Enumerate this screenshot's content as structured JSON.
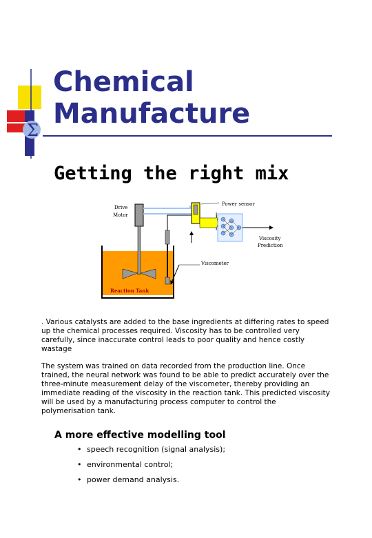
{
  "header": {
    "title_line1": "Chemical",
    "title_line2": "Manufacture",
    "subtitle": "Getting the right mix",
    "colors": {
      "title": "#2b2f8a",
      "logo_yellow": "#f8e000",
      "logo_red": "#e02020",
      "logo_blue": "#2b2f8a"
    },
    "logo_icon": "sigma-logo-icon",
    "logo_symbol": "Σ"
  },
  "diagram": {
    "labels": {
      "drive_motor_1": "Drive",
      "drive_motor_2": "Motor",
      "power_sensor": "Power sensor",
      "viscosity_prediction_1": "Viscosity",
      "viscosity_prediction_2": "Prediction",
      "viscometer": "Viscometer",
      "reaction_tank": "Reaction Tank"
    },
    "colors": {
      "liquid": "#ff9b00",
      "wire": "#9fc6ef",
      "signal": "#ffff00",
      "network": "#7db5ff"
    }
  },
  "body": {
    "paragraph1": ". Various catalysts are added to the base ingredients at differing rates to speed up the chemical processes required. Viscosity has to be controlled very carefully, since inaccurate control leads to poor quality and hence costly wastage",
    "paragraph2": "The system was trained on data recorded from the production line. Once trained, the neural network was found to be able to predict accurately over the three-minute measurement delay of the viscometer, thereby providing an immediate reading of the viscosity in the reaction tank. This predicted viscosity will be used by a manufacturing process computer to control the polymerisation tank."
  },
  "section": {
    "heading": "A more effective modelling tool",
    "bullet_symbol": "•",
    "items": [
      "speech recognition (signal analysis);",
      "environmental control;",
      "power demand analysis."
    ]
  }
}
